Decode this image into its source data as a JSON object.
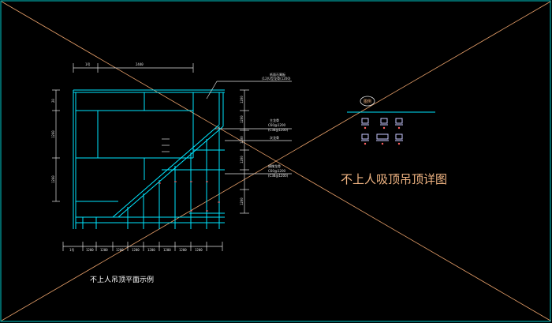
{
  "drawing": {
    "title": "不上人吸顶吊顶详图",
    "plan_label": "不上人吊顶平面示例",
    "colors": {
      "background": "#000000",
      "frame": "#00c8c8",
      "cross_lines": "#e8a06a",
      "structure": "#00e6ff",
      "dimension": "#e0e0e0",
      "text_white": "#ffffff",
      "title": "#f0b482",
      "symbols": "#c8c8ff"
    },
    "top_dims": [
      "1号",
      "2440"
    ],
    "bottom_dims": [
      "1号",
      "1200",
      "1200",
      "1200",
      "1200",
      "1200",
      "1200",
      "1200",
      "1200"
    ],
    "left_dims": [
      "20",
      "1200",
      "1200"
    ],
    "right_dims": [
      "1200",
      "1200",
      "1200",
      "1200",
      "1200"
    ],
    "callouts": {
      "top": [
        "纸面石膏板",
        "(12)U型龙骨(1200)"
      ],
      "mid1": [
        "主龙骨",
        "C60@1200",
        "(C38@1200)"
      ],
      "mid2": [
        "次龙骨"
      ],
      "mid3": [
        "横撑龙骨",
        "C60@1200",
        "(C38@1200)"
      ]
    },
    "legend_symbol": "图例"
  }
}
